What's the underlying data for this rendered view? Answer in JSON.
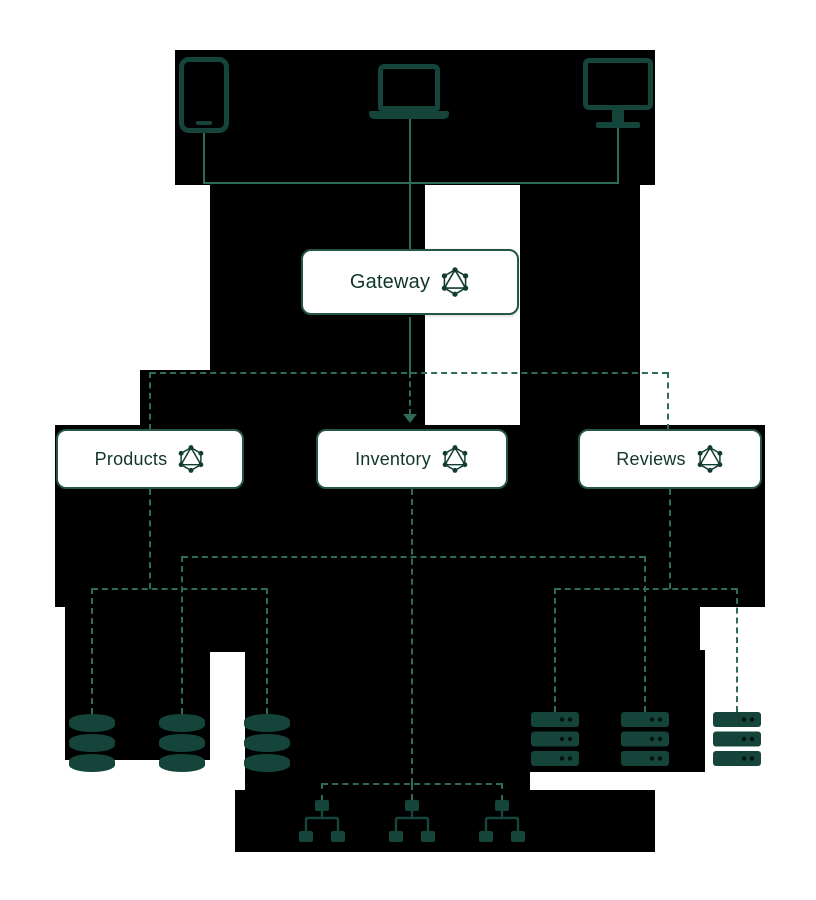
{
  "diagram": {
    "gateway": {
      "label": "Gateway",
      "icon": "graphql-logo-icon"
    },
    "services": [
      {
        "label": "Products",
        "icon": "graphql-logo-icon"
      },
      {
        "label": "Inventory",
        "icon": "graphql-logo-icon"
      },
      {
        "label": "Reviews",
        "icon": "graphql-logo-icon"
      }
    ],
    "clients": [
      {
        "icon": "tablet-icon"
      },
      {
        "icon": "laptop-icon"
      },
      {
        "icon": "desktop-icon"
      }
    ],
    "resources": {
      "databases": {
        "icon": "database-icon",
        "count": 3
      },
      "servers": {
        "icon": "server-icon",
        "count": 3
      },
      "network_clusters": {
        "icon": "network-icon",
        "count": 3
      }
    },
    "colors": {
      "canvas": "#ffffff",
      "block": "#000000",
      "connector": "#2e6b5b",
      "icon_fill": "#15453a",
      "node_border": "#245548",
      "node_background": "#ffffff",
      "label_text": "#11352b"
    }
  }
}
